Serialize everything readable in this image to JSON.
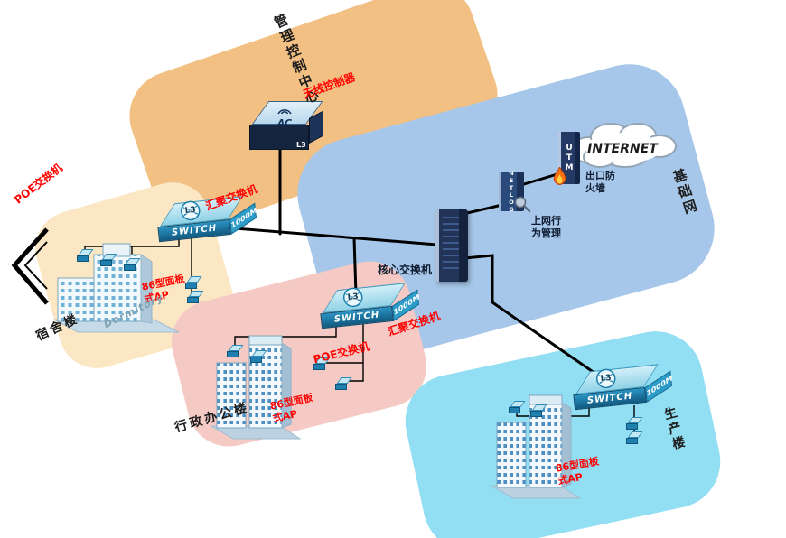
{
  "regions": {
    "management": {
      "label": "管理控制中心",
      "color": "#F3C083"
    },
    "base": {
      "label": "基础网",
      "color": "#A6C7E9"
    },
    "dormitory": {
      "label": "宿舍楼",
      "building_text": "Dormitory",
      "color": "#FBE7C3"
    },
    "office": {
      "label": "行政办公楼",
      "color": "#F5C9C4"
    },
    "production": {
      "label": "生产楼",
      "color": "#92DFF3"
    }
  },
  "labels": {
    "wireless_controller": "无线控制器",
    "exit_firewall": "出口防火墙",
    "behavior_management": "上网行为管理",
    "core_switch": "核心交换机",
    "aggregation_switch": "汇聚交换机",
    "poe_switch": "POE交换机",
    "panel_ap": "86型面板式AP"
  },
  "devices": {
    "ac_controller": {
      "top_label": "AC",
      "badge": "L3"
    },
    "internet_cloud": {
      "label": "INTERNET"
    },
    "utm": {
      "name": "UTM"
    },
    "netlog": {
      "name": "NETLOG"
    },
    "switch": {
      "l3": "L3",
      "name": "SWITCH",
      "speed": "1000M"
    }
  },
  "accent_color": "#FF0000",
  "line_color": "#000000"
}
